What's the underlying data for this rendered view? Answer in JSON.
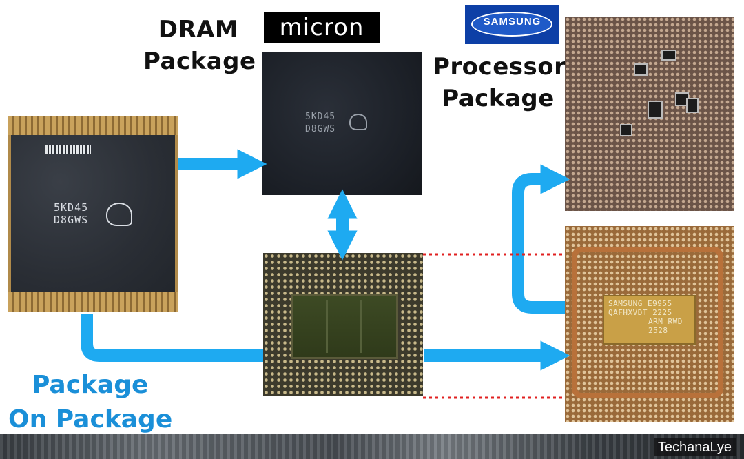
{
  "labels": {
    "dram_package": [
      "DRAM",
      "Package"
    ],
    "processor_package": [
      "Processor",
      "Package"
    ],
    "package_on_package": [
      "Package",
      "On Package"
    ]
  },
  "logos": {
    "micron": "micron",
    "samsung": "SAMSUNG"
  },
  "chip_markings": {
    "dram": [
      "5KD45",
      "D8GWS"
    ],
    "processor_die": [
      "SAMSUNG E9955",
      "QAFHXVDT 2225",
      "ARM RWD",
      "2528"
    ]
  },
  "watermark": "TechanaLye",
  "colors": {
    "arrow": "#1eaaf1",
    "dotted_line": "#e02020",
    "pop_title": "#1a8fd8",
    "samsung_blue": "#0d3fa6"
  }
}
